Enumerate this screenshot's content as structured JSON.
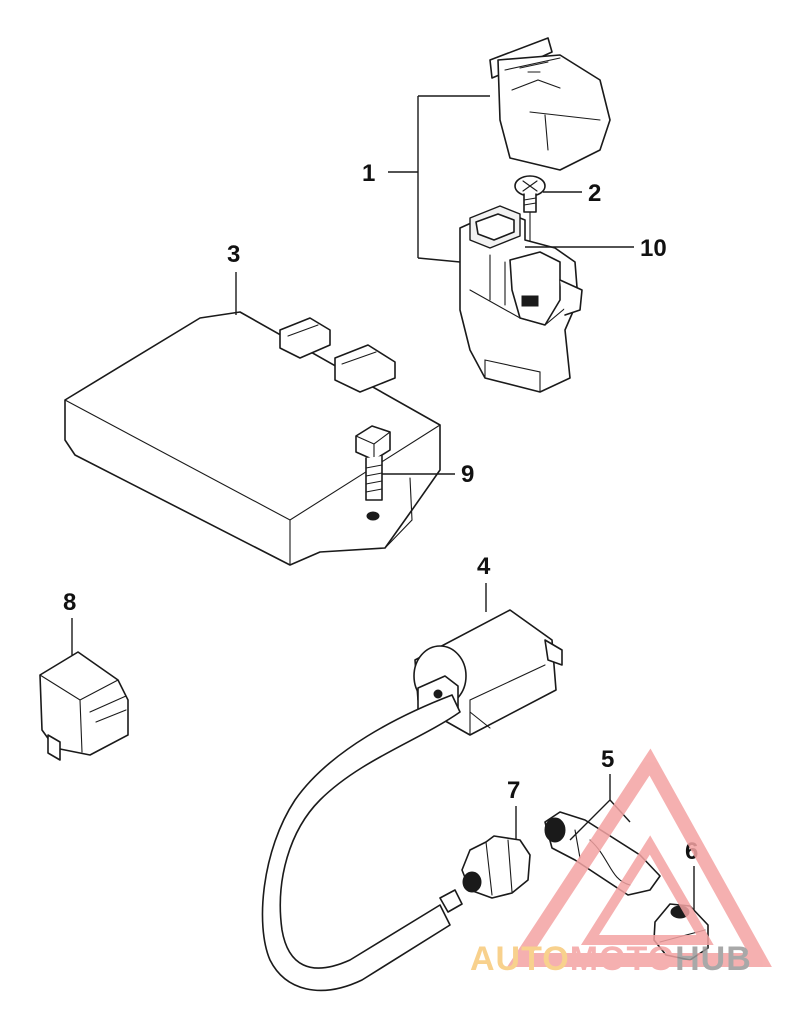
{
  "callouts": {
    "c1": "1",
    "c2": "2",
    "c3": "3",
    "c4": "4",
    "c5": "5",
    "c6": "6",
    "c7": "7",
    "c8": "8",
    "c9": "9",
    "c10": "10"
  },
  "watermark": {
    "part1": "AUTO",
    "part2": "MOTO",
    "part3": "HUB",
    "color_primary": "#f4a3a3",
    "color_accent": "#f7c97a",
    "color_dark": "#9a9a9a"
  }
}
